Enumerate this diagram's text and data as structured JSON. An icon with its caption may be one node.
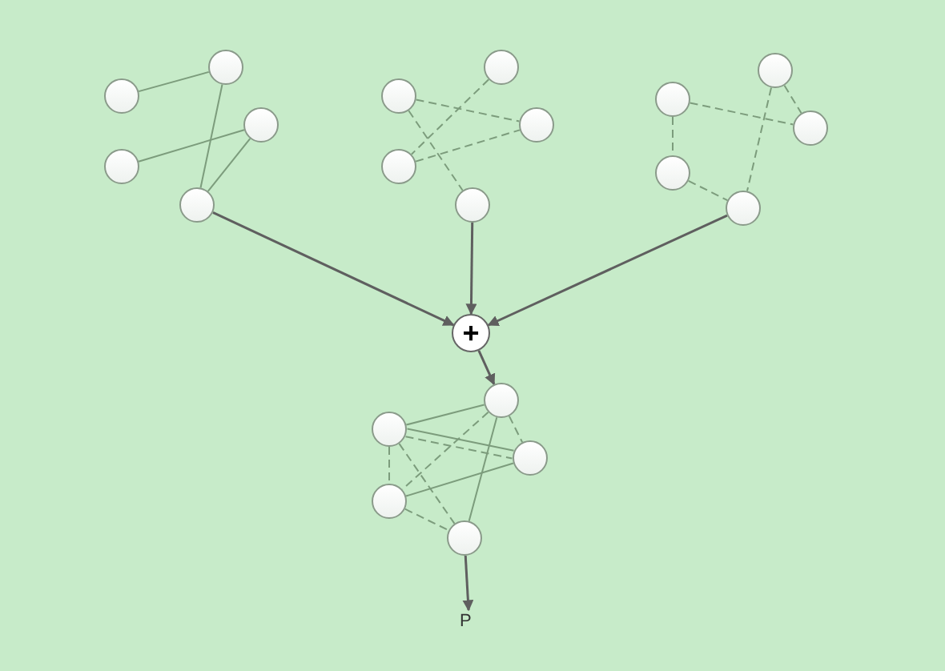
{
  "diagram": {
    "nodes": [
      {
        "text": [],
        "shape": "circle"
      },
      {
        "text": [],
        "shape": "circle"
      },
      {
        "text": [],
        "shape": "circle"
      },
      {
        "text": [],
        "shape": "circle"
      },
      {
        "text": [],
        "shape": "circle"
      },
      {
        "text": [],
        "shape": "circle"
      },
      {
        "text": [],
        "shape": "circle"
      },
      {
        "text": [],
        "shape": "circle"
      },
      {
        "text": [],
        "shape": "circle"
      },
      {
        "text": [],
        "shape": "circle"
      },
      {
        "text": [],
        "shape": "circle"
      },
      {
        "text": [],
        "shape": "circle"
      },
      {
        "text": [],
        "shape": "circle"
      },
      {
        "text": [],
        "shape": "circle"
      },
      {
        "text": [],
        "shape": "circle"
      },
      {
        "text": [
          "+"
        ]
      },
      {
        "text": [],
        "shape": "circle"
      },
      {
        "text": [],
        "shape": "circle"
      },
      {
        "text": [],
        "shape": "circle"
      },
      {
        "text": [],
        "shape": "circle"
      },
      {
        "text": [],
        "shape": "circle"
      },
      {
        "text": [
          "P"
        ]
      }
    ],
    "edges": [
      {
        "from": 0,
        "to": 1,
        "arrow": "none"
      },
      {
        "from": 1,
        "to": 4,
        "arrow": "none"
      },
      {
        "from": 3,
        "to": 2,
        "arrow": "none"
      },
      {
        "from": 2,
        "to": 4,
        "arrow": "none"
      },
      {
        "from": 6,
        "to": 7,
        "arrow": "none",
        "style": "dashed"
      },
      {
        "from": 6,
        "to": 9,
        "arrow": "none",
        "style": "dashed"
      },
      {
        "from": 5,
        "to": 8,
        "arrow": "none",
        "style": "dashed"
      },
      {
        "from": 8,
        "to": 7,
        "arrow": "none",
        "style": "dashed"
      },
      {
        "from": 11,
        "to": 12,
        "arrow": "none",
        "style": "dashed"
      },
      {
        "from": 10,
        "to": 12,
        "arrow": "none",
        "style": "dashed"
      },
      {
        "from": 11,
        "to": 13,
        "arrow": "none",
        "style": "dashed"
      },
      {
        "from": 13,
        "to": 14,
        "arrow": "none",
        "style": "dashed"
      },
      {
        "from": 10,
        "to": 14,
        "arrow": "none",
        "style": "dashed"
      },
      {
        "from": 4,
        "to": 15,
        "arrow": "to",
        "color": "#5f5f5f"
      },
      {
        "from": 9,
        "to": 15,
        "arrow": "to",
        "color": "#5f5f5f"
      },
      {
        "from": 14,
        "to": 15,
        "arrow": "to",
        "color": "#5f5f5f"
      },
      {
        "from": 15,
        "to": 16,
        "arrow": "to",
        "color": "#5f5f5f"
      },
      {
        "from": 17,
        "to": 16,
        "arrow": "none"
      },
      {
        "from": 17,
        "to": 18,
        "arrow": "none"
      },
      {
        "from": 17,
        "to": 18,
        "arrow": "none",
        "style": "dashed"
      },
      {
        "from": 17,
        "to": 19,
        "arrow": "none",
        "style": "dashed"
      },
      {
        "from": 17,
        "to": 20,
        "arrow": "none",
        "style": "dashed"
      },
      {
        "from": 16,
        "to": 19,
        "arrow": "none",
        "style": "dashed"
      },
      {
        "from": 16,
        "to": 20,
        "arrow": "none"
      },
      {
        "from": 16,
        "to": 18,
        "arrow": "none",
        "style": "dashed"
      },
      {
        "from": 19,
        "to": 18,
        "arrow": "none"
      },
      {
        "from": 19,
        "to": 20,
        "arrow": "none",
        "style": "dashed"
      },
      {
        "from": 20,
        "to": 21,
        "arrow": "to",
        "color": "#5f5f5f"
      }
    ]
  }
}
